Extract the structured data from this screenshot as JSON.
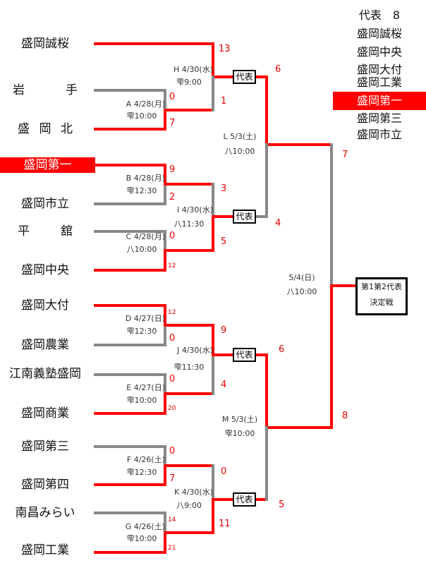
{
  "teams": [
    "盛岡誠桜",
    "岩手",
    "盛岡北",
    "盛岡第一",
    "盛岡市立",
    "平舘",
    "盛岡中央",
    "盛岡大付",
    "盛岡農業",
    "江南義塾盛岡",
    "盛岡商業",
    "盛岡第三",
    "盛岡第四",
    "南昌みらい",
    "盛岡工業"
  ],
  "representative_label": "代表",
  "matches": {
    "A": {
      "date": "A 4/28(月)",
      "venue_time": "雫10:00",
      "scores": [
        "0",
        "7"
      ]
    },
    "B": {
      "date": "B 4/28(月)",
      "venue_time": "雫12:30",
      "scores": [
        "9",
        "2"
      ]
    },
    "C": {
      "date": "C 4/28(月)",
      "venue_time": "八10:00",
      "scores": [
        "0",
        "12"
      ]
    },
    "D": {
      "date": "D 4/27(日)",
      "venue_time": "雫12:30",
      "scores": [
        "12",
        "0"
      ]
    },
    "E": {
      "date": "E 4/27(日)",
      "venue_time": "雫10:00",
      "scores": [
        "0",
        "20"
      ]
    },
    "F": {
      "date": "F 4/26(土)",
      "venue_time": "雫12:30",
      "scores": [
        "0",
        "7"
      ]
    },
    "G": {
      "date": "G 4/26(土)",
      "venue_time": "雫10:00",
      "scores": [
        "14",
        "21"
      ]
    },
    "H": {
      "date": "H 4/30(水)",
      "venue_time": "雫9:00",
      "scores": [
        "13",
        "1"
      ]
    },
    "I": {
      "date": "I 4/30(水)",
      "venue_time": "八11:30",
      "scores": [
        "3",
        "5"
      ]
    },
    "J": {
      "date": "J 4/30(水)",
      "venue_time": "雫11:30",
      "scores": [
        "9",
        "4"
      ]
    },
    "K": {
      "date": "K 4/30(水)",
      "venue_time": "八9:00",
      "scores": [
        "0",
        "11"
      ]
    },
    "L": {
      "date": "L 5/3(土)",
      "venue_time": "八10:00",
      "scores": [
        "6",
        "4"
      ]
    },
    "M": {
      "date": "M 5/3(土)",
      "venue_time": "雫10:00",
      "scores": [
        "6",
        "5"
      ]
    },
    "final": {
      "date": "5/4(日)",
      "venue_time": "八10:00",
      "scores": [
        "7",
        "8"
      ],
      "box_line1": "第1第2代表",
      "box_line2": "決定戦"
    }
  },
  "representatives": {
    "title": "代表　8",
    "list": [
      "盛岡誠桜",
      "盛岡中央",
      "盛岡大付",
      "盛岡工業",
      "盛岡第一",
      "盛岡第三",
      "盛岡市立"
    ],
    "highlighted": "盛岡第一"
  },
  "colors": {
    "winner_line": "#ff0000",
    "loser_line": "#888888",
    "highlight": "#ff0000"
  }
}
